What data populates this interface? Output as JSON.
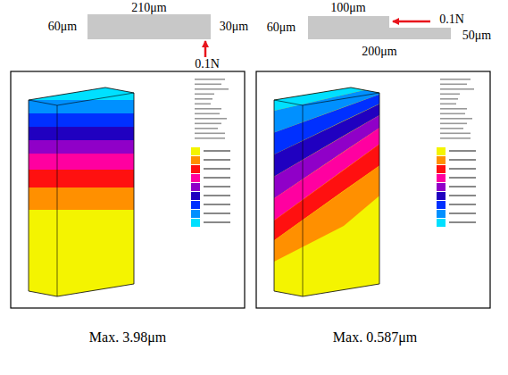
{
  "diagram": {
    "labels": [
      "210μm",
      "60μm",
      "30μm",
      "0.1N",
      "100μm",
      "0.1N",
      "60μm",
      "50μm",
      "200μm",
      "Max. 3.98μm",
      "Max. 0.587μm"
    ]
  }
}
